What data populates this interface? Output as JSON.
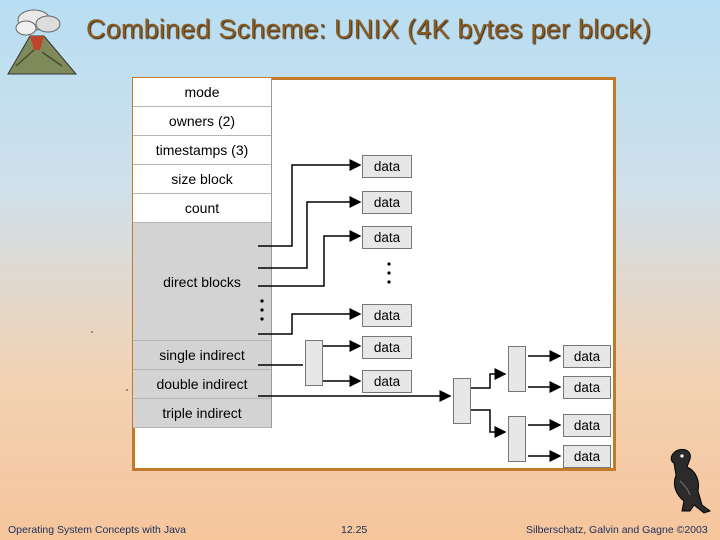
{
  "title": "Combined Scheme:  UNIX (4K bytes per block)",
  "inode": {
    "mode": "mode",
    "owners": "owners (2)",
    "timestamps": "timestamps (3)",
    "size_block": "size block",
    "count": "count",
    "direct_blocks": "direct blocks",
    "single_indirect": "single indirect",
    "double_indirect": "double indirect",
    "triple_indirect": "triple indirect"
  },
  "data_label": "data",
  "footer": {
    "left": "Operating System Concepts with Java",
    "center": "12.25",
    "right": "Silberschatz, Galvin and Gagne ©2003"
  },
  "colors": {
    "title": "#8a5a1e",
    "frame": "#c37a28",
    "footer": "#1b2d5c"
  },
  "icons": [
    "volcano-logo-icon",
    "dinosaur-logo-icon"
  ]
}
